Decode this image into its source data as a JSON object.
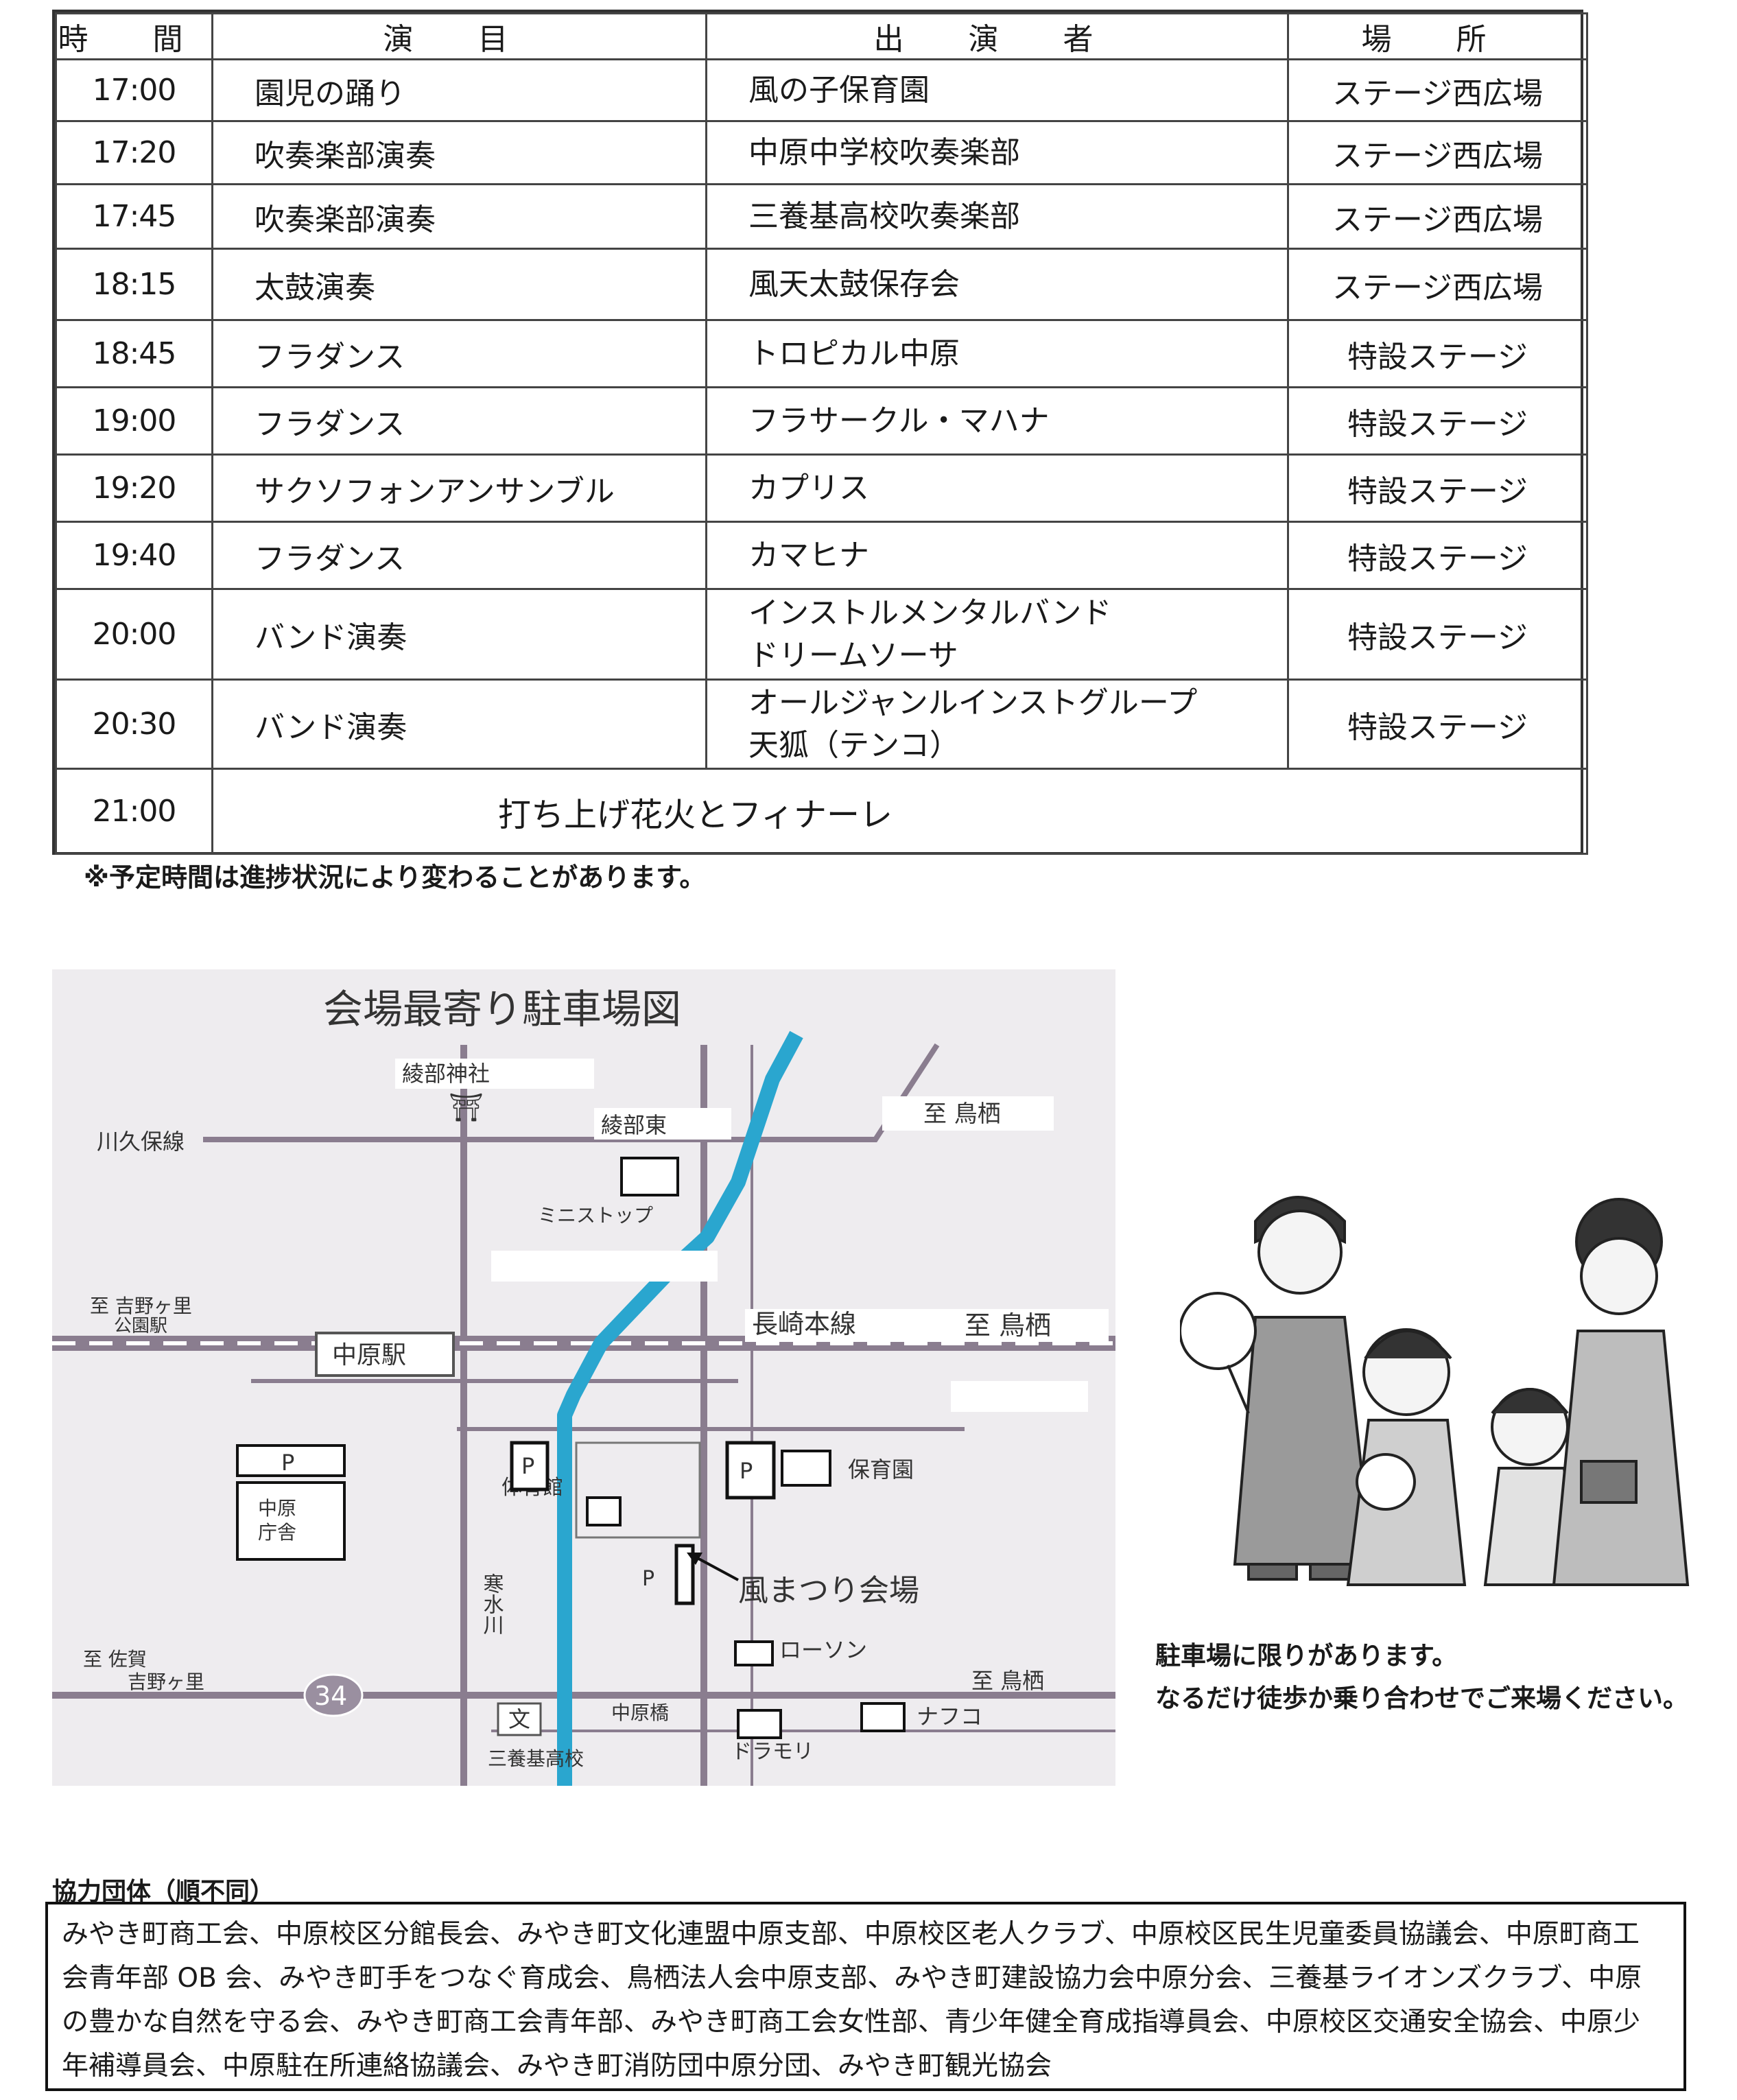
{
  "schedule": {
    "headers": [
      "時 間",
      "演 目",
      "出 演 者",
      "場 所"
    ],
    "rows": [
      {
        "time": "17:00",
        "program": "園児の踊り",
        "performer": "風の子保育園",
        "place": "ステージ西広場"
      },
      {
        "time": "17:20",
        "program": "吹奏楽部演奏",
        "performer": "中原中学校吹奏楽部",
        "place": "ステージ西広場"
      },
      {
        "time": "17:45",
        "program": "吹奏楽部演奏",
        "performer": "三養基高校吹奏楽部",
        "place": "ステージ西広場"
      },
      {
        "time": "18:15",
        "program": "太鼓演奏",
        "performer": "風天太鼓保存会",
        "place": "ステージ西広場"
      },
      {
        "time": "18:45",
        "program": "フラダンス",
        "performer": "トロピカル中原",
        "place": "特設ステージ"
      },
      {
        "time": "19:00",
        "program": "フラダンス",
        "performer": "フラサークル・マハナ",
        "place": "特設ステージ"
      },
      {
        "time": "19:20",
        "program": "サクソフォンアンサンブル",
        "performer": "カプリス",
        "place": "特設ステージ"
      },
      {
        "time": "19:40",
        "program": "フラダンス",
        "performer": "カマヒナ",
        "place": "特設ステージ"
      },
      {
        "time": "20:00",
        "program": "バンド演奏",
        "performer": "インストルメンタルバンド",
        "performer2": "ドリームソーサ",
        "place": "特設ステージ"
      },
      {
        "time": "20:30",
        "program": "バンド演奏",
        "performer": "オールジャンルインストグループ",
        "performer2": "天狐（テンコ）",
        "place": "特設ステージ"
      }
    ],
    "finale": {
      "time": "21:00",
      "program": "打ち上げ花火とフィナーレ"
    }
  },
  "note": "※予定時間は進捗状況により変わることがあります。",
  "map": {
    "title": "会場最寄り駐車場図",
    "shrine": "綾部神社",
    "shrine_mark": "⛩",
    "ayabe_east": "綾部東",
    "to_torisu_1": "至 鳥栖",
    "kawakubo_line": "川久保線",
    "ministop": "ミニストップ",
    "to_yoshinogari_koen": "至 吉野ヶ里",
    "koen_eki": "公園駅",
    "nakabaru_station": "中原駅",
    "nagasaki_line": "長崎本線",
    "to_torisu_2": "至 鳥栖",
    "parking_label": "P",
    "town_office": "中原\n庁舎",
    "gym": "体育館",
    "nursery": "保育園",
    "venue": "風まつり会場",
    "river": "寒水川",
    "to_saga": "至 佐賀",
    "yoshinogari": "吉野ヶ里",
    "route_no": "34",
    "lawson": "ローソン",
    "to_torisu_3": "至 鳥栖",
    "school_mark": "文",
    "nakabaru_bridge": "中原橋",
    "nafuko": "ナフコ",
    "miyaki_high": "三養基高校",
    "dramori": "ドラモリ",
    "colors": {
      "river": "#2aa6cf",
      "road": "#8a7d8f",
      "background": "#eeecef"
    }
  },
  "parking_note": [
    "駐車場に限りがあります。",
    "なるだけ徒歩か乗り合わせでご来場ください。"
  ],
  "orgs": {
    "title": "協力団体（順不同）",
    "lines": [
      "みやき町商工会、中原校区分館長会、みやき町文化連盟中原支部、中原校区老人クラブ、中原校区民生児童委員協議会、中原町商工",
      "会青年部 OB 会、みやき町手をつなぐ育成会、鳥栖法人会中原支部、みやき町建設協力会中原分会、三養基ライオンズクラブ、中原",
      "の豊かな自然を守る会、みやき町商工会青年部、みやき町商工会女性部、青少年健全育成指導員会、中原校区交通安全協会、中原少",
      "年補導員会、中原駐在所連絡協議会、みやき町消防団中原分団、みやき町観光協会"
    ]
  }
}
